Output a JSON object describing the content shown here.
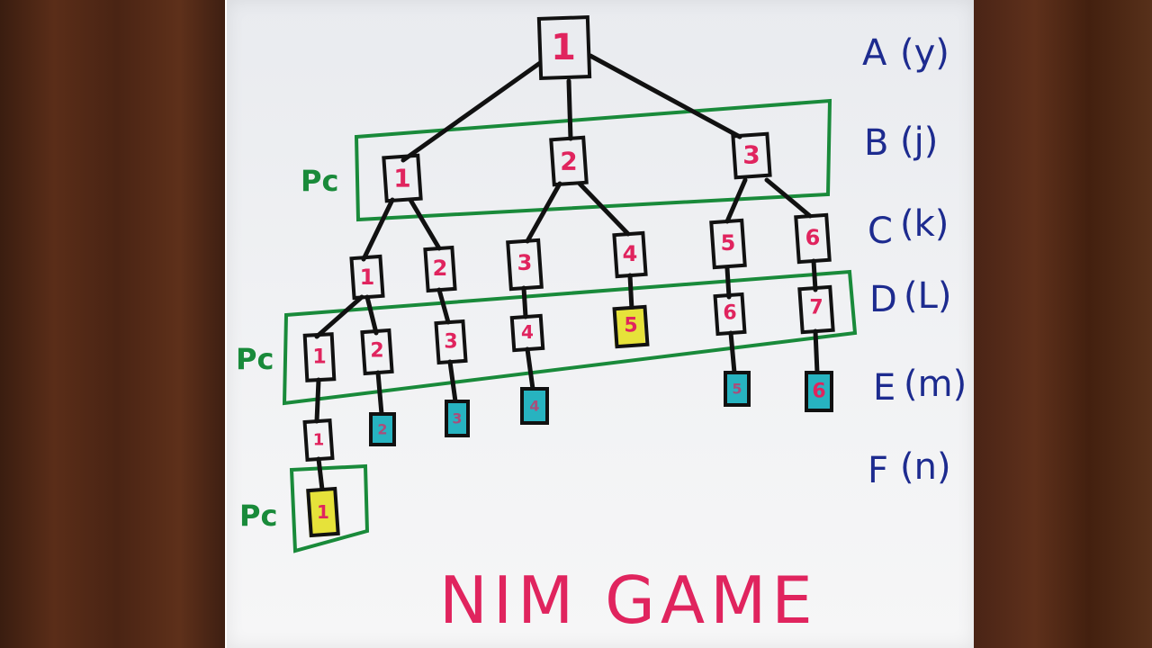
{
  "title": "NIM GAME",
  "levels": [
    {
      "letter": "A",
      "var": "(y)"
    },
    {
      "letter": "B",
      "var": "(j)"
    },
    {
      "letter": "C",
      "var": "(k)"
    },
    {
      "letter": "D",
      "var": "(L)"
    },
    {
      "letter": "E",
      "var": "(m)"
    },
    {
      "letter": "F",
      "var": "(n)"
    }
  ],
  "pc_label": "Pc",
  "nodes": {
    "A": [
      "1"
    ],
    "B": [
      "1",
      "2",
      "3"
    ],
    "C": [
      "1",
      "2",
      "3",
      "4",
      "5",
      "6"
    ],
    "D": [
      "1",
      "2",
      "3",
      "4",
      "5",
      "6",
      "7"
    ],
    "E": [
      "1",
      "2",
      "3",
      "4",
      "5",
      "6"
    ],
    "F": [
      "1"
    ]
  },
  "colors": {
    "tree_ink": "#111111",
    "numbers": "#e0245e",
    "level_labels": "#1d2b8f",
    "pc_boxes": "#198a3a",
    "yellow_highlight": "#e6e23a",
    "teal_highlight": "#27b3c0"
  }
}
